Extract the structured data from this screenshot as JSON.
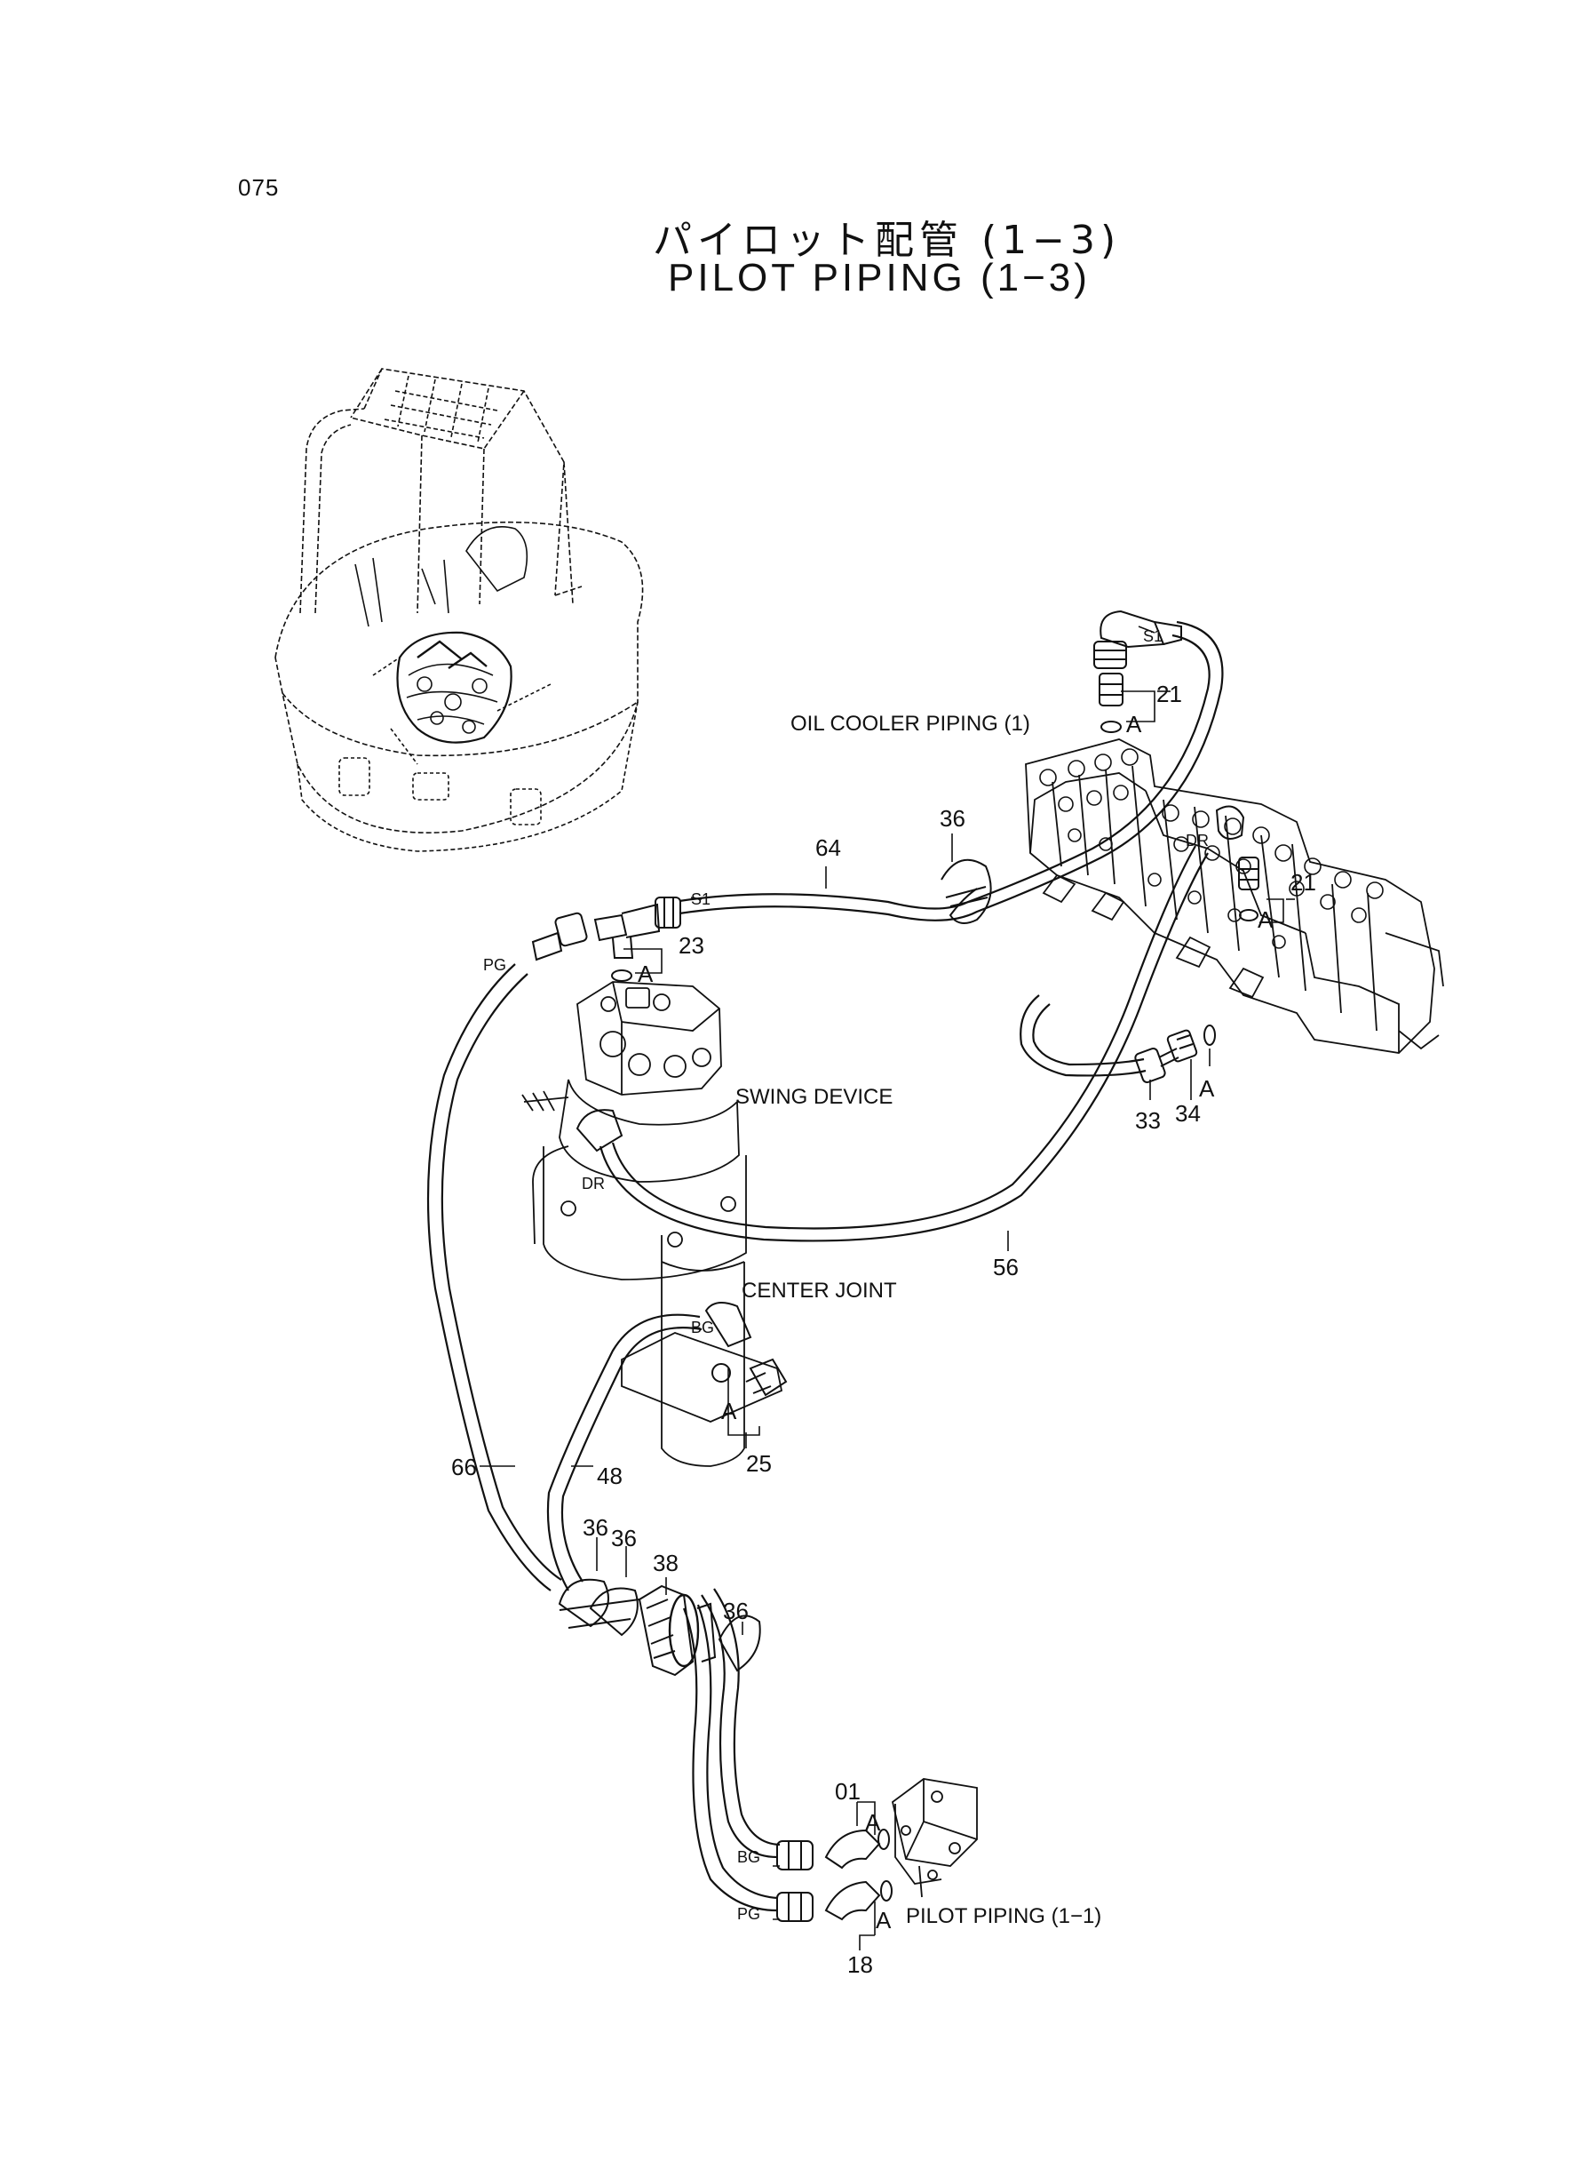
{
  "page_number": "075",
  "title_jp": "パイロット配管 (1−3)",
  "title_en": "PILOT PIPING (1−3)",
  "component_labels": {
    "oil_cooler_piping": "OIL COOLER PIPING (1)",
    "swing_device": "SWING DEVICE",
    "center_joint": "CENTER JOINT",
    "pilot_piping_1_1": "PILOT PIPING (1−1)"
  },
  "port_labels": {
    "s1_top": "S1",
    "s1_mid": "S1",
    "dr_valve": "DR",
    "dr_swing": "DR",
    "pg_left": "PG",
    "bg_joint": "BG",
    "bg_bottom": "BG",
    "pg_bottom": "PG"
  },
  "callouts": {
    "p21_top": "21",
    "p21_mid": "21",
    "p36_top": "36",
    "p64": "64",
    "p23": "23",
    "p33": "33",
    "p34": "34",
    "p56": "56",
    "p25": "25",
    "p66": "66",
    "p48": "48",
    "p36_a": "36",
    "p36_b": "36",
    "p38": "38",
    "p36_c": "36",
    "p01": "01",
    "p18": "18"
  },
  "o_ring_marks": {
    "a1": "A",
    "a2": "A",
    "a3": "A",
    "a4": "A",
    "a5": "A",
    "a6": "A",
    "a7": "A"
  }
}
